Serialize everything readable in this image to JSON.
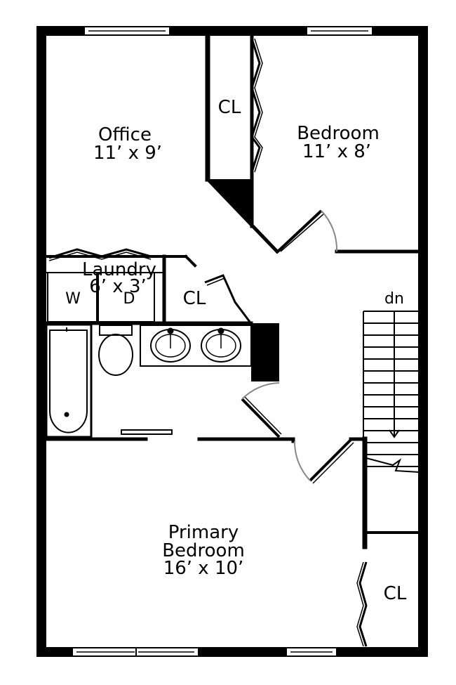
{
  "rooms": {
    "office": {
      "name": "Office",
      "size": "11’ x 9’"
    },
    "bedroom": {
      "name": "Bedroom",
      "size": "11’ x 8’"
    },
    "laundry": {
      "name": "Laundry",
      "size": "6’ x 3’"
    },
    "primary": {
      "name": "Primary",
      "name2": "Bedroom",
      "size": "16’ x 10’"
    }
  },
  "closets": {
    "top": "CL",
    "hall": "CL",
    "primary": "CL"
  },
  "appliances": {
    "washer": "W",
    "dryer": "D"
  },
  "stairs": {
    "label": "dn"
  },
  "colors": {
    "wall": "#000000",
    "door_swing": "#888888",
    "background": "#ffffff"
  }
}
